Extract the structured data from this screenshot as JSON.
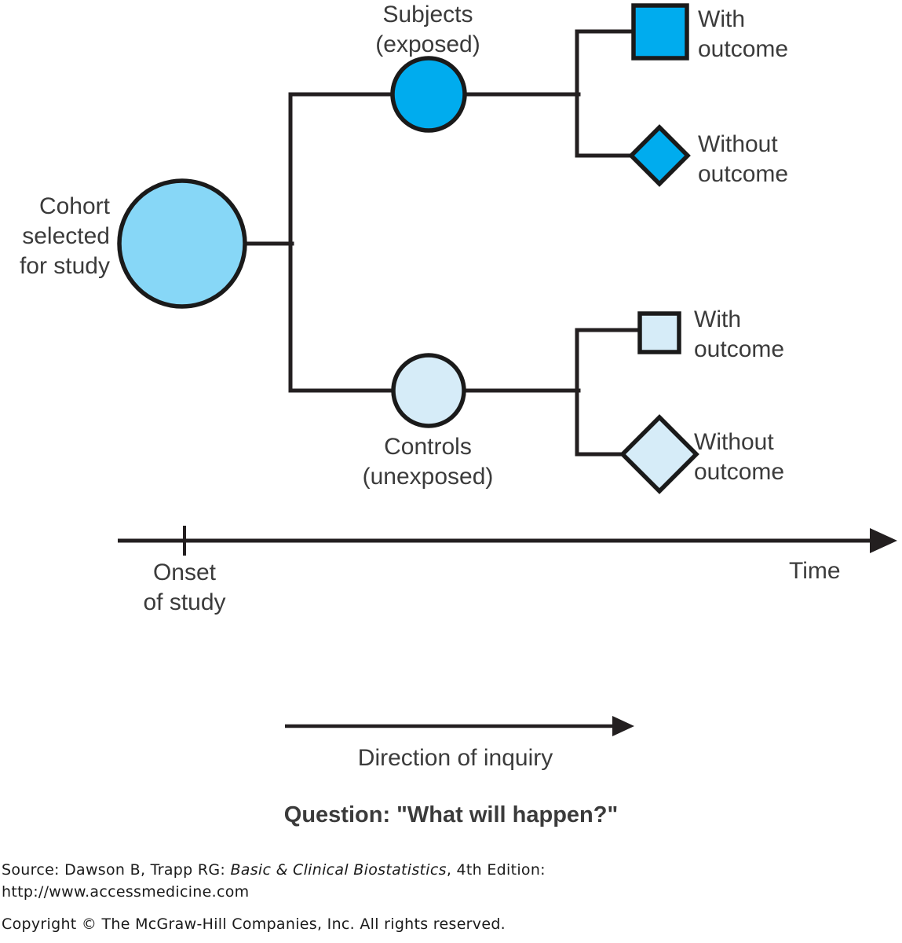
{
  "figure": {
    "type": "cohort-study-schematic",
    "title": "Cohort (prospective) study design schematic",
    "colors": {
      "exposed_fill": "#00ACEE",
      "control_fill": "#D6ECF8",
      "cohort_fill": "#87D7F7",
      "outline": "#1a1a1a",
      "text": "#3b3b3b",
      "background": "#ffffff"
    }
  },
  "nodes": {
    "cohort": {
      "label": "Cohort\nselected\nfor study",
      "shape": "circle",
      "fill": "#87D7F7"
    },
    "subjects": {
      "label": "Subjects\n(exposed)",
      "shape": "circle",
      "fill": "#00ACEE"
    },
    "controls": {
      "label": "Controls\n(unexposed)",
      "shape": "circle",
      "fill": "#D6ECF8"
    },
    "exposed_with_outcome": {
      "label": "With\noutcome",
      "shape": "square",
      "fill": "#00ACEE"
    },
    "exposed_without_outcome": {
      "label": "Without\noutcome",
      "shape": "diamond",
      "fill": "#00ACEE"
    },
    "control_with_outcome": {
      "label": "With\noutcome",
      "shape": "square",
      "fill": "#D6ECF8"
    },
    "control_without_outcome": {
      "label": "Without\noutcome",
      "shape": "diamond",
      "fill": "#D6ECF8"
    }
  },
  "timeline": {
    "onset_label": "Onset\nof study",
    "time_label": "Time",
    "direction": "left-to-right"
  },
  "inquiry": {
    "label": "Direction of inquiry",
    "direction": "left-to-right"
  },
  "question": {
    "text": "Question:  \"What will happen?\""
  },
  "footer": {
    "source_prefix": "Source: Dawson B, Trapp RG: ",
    "source_title": "Basic & Clinical Biostatistics",
    "source_suffix": ", 4th Edition:",
    "url": "http://www.accessmedicine.com",
    "copyright": "Copyright © The McGraw-Hill Companies, Inc. All rights reserved."
  }
}
